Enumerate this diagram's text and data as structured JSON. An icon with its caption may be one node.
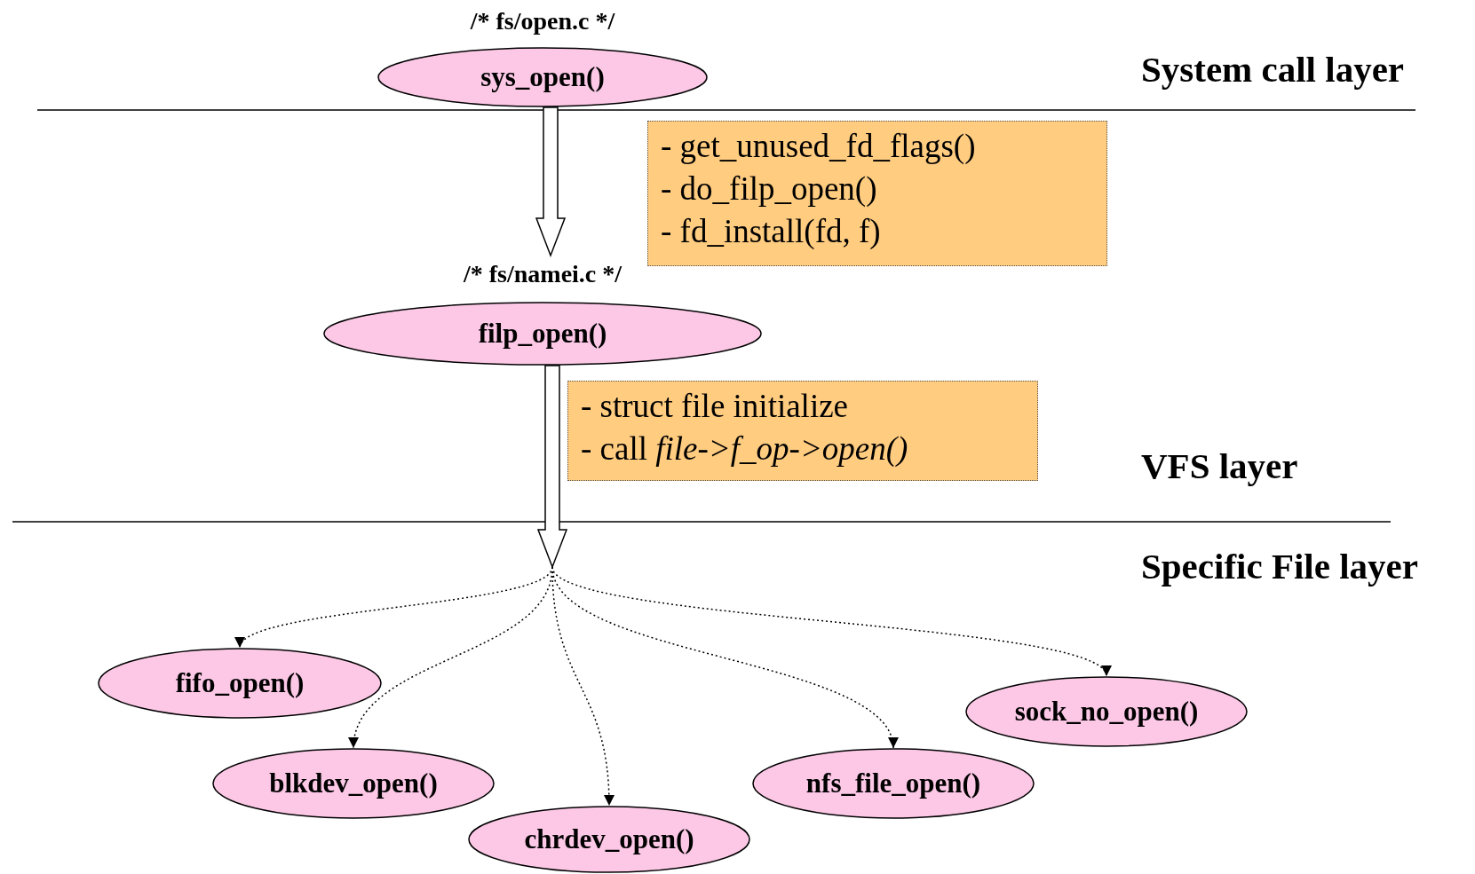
{
  "diagram": {
    "nodes": [
      {
        "text": [
          "sys_open()"
        ],
        "beside": [
          "/* fs/open.c */"
        ]
      },
      {
        "text": [
          "- get_unused_fd_flags()",
          "- do_filp_open()",
          "- fd_install(fd, f)"
        ]
      },
      {
        "text": [
          "filp_open()"
        ],
        "beside": [
          "/* fs/namei.c */"
        ]
      },
      {
        "text": [
          "- struct file initialize",
          "- call *file->f_op->open()*"
        ]
      },
      {
        "text": [
          "fifo_open()"
        ]
      },
      {
        "text": [
          "blkdev_open()"
        ]
      },
      {
        "text": [
          "chrdev_open()"
        ]
      },
      {
        "text": [
          "nfs_file_open()"
        ]
      },
      {
        "text": [
          "sock_no_open()"
        ]
      }
    ],
    "edges": [
      {
        "from": 0,
        "to": 2,
        "arrow": "to",
        "style": "thick"
      },
      {
        "from": 2,
        "to": null,
        "arrow": "to",
        "style": "thick"
      },
      {
        "from": null,
        "to": 4,
        "arrow": "to",
        "style": "dashed"
      },
      {
        "from": null,
        "to": 5,
        "arrow": "to",
        "style": "dashed"
      },
      {
        "from": null,
        "to": 6,
        "arrow": "to",
        "style": "dashed"
      },
      {
        "from": null,
        "to": 7,
        "arrow": "to",
        "style": "dashed"
      },
      {
        "from": null,
        "to": 8,
        "arrow": "to",
        "style": "dashed"
      }
    ],
    "labels": [
      "System call layer",
      "VFS layer",
      "Specific File layer"
    ]
  }
}
